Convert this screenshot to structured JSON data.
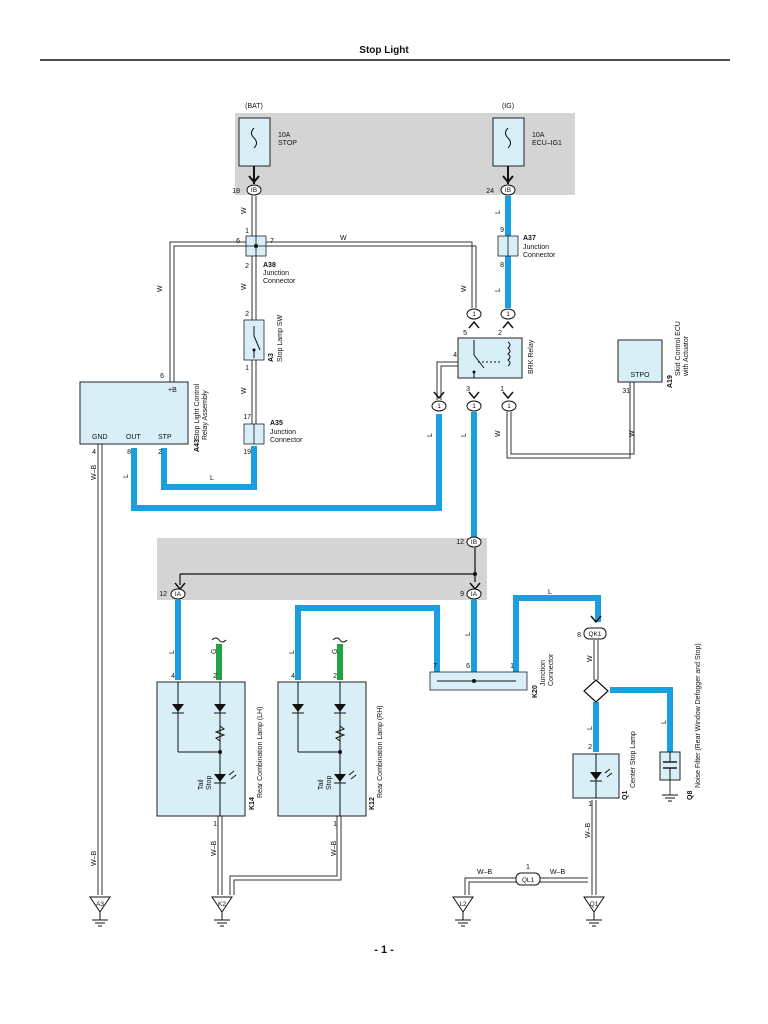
{
  "title": "Stop Light",
  "page_number": "- 1 -",
  "supplies": {
    "bat": {
      "label": "(BAT)",
      "fuse_amp": "10A",
      "fuse_name": "STOP",
      "pin": "18",
      "conn": "IB"
    },
    "ig": {
      "label": "(IG)",
      "fuse_amp": "10A",
      "fuse_name": "ECU–IG1",
      "pin": "24",
      "conn": "IB"
    }
  },
  "wire_colors": {
    "w": "W",
    "l": "L",
    "g": "G",
    "wb": "W–B"
  },
  "components": {
    "a38": {
      "code": "A38",
      "name1": "Junction",
      "name2": "Connector",
      "pin_left": "6",
      "pin_right": "7",
      "pin_top": "1",
      "pin_bottom": "2"
    },
    "a37": {
      "code": "A37",
      "name1": "Junction",
      "name2": "Connector",
      "pin_top": "9",
      "pin_bottom": "8"
    },
    "a3": {
      "code": "A3",
      "name": "Stop Lamp SW",
      "pin_top": "2",
      "pin_bottom": "1"
    },
    "a35": {
      "code": "A35",
      "name1": "Junction",
      "name2": "Connector",
      "pin_top": "17",
      "pin_bottom": "19"
    },
    "a43": {
      "code": "A43",
      "name1": "Stop Light Control",
      "name2": "Relay Assembly",
      "pin_plusb": "+B",
      "pin_gnd": "GND",
      "pin_out": "OUT",
      "pin_stp": "STP",
      "num_plusb": "6",
      "num_gnd": "4",
      "num_out": "8",
      "num_stp": "2"
    },
    "brk": {
      "name": "BRK Relay",
      "pin5": "5",
      "pin2": "2",
      "pin4": "4",
      "pin3": "3",
      "pin1": "1"
    },
    "a19": {
      "code": "A19",
      "name1": "Skid Control ECU",
      "name2": "with Actuator",
      "terminal": "STPO",
      "pin": "31"
    },
    "ib_lower": {
      "pin": "12",
      "conn": "IB"
    },
    "ia_left": {
      "pin": "12",
      "conn": "IA"
    },
    "ia_right": {
      "pin": "9",
      "conn": "IA"
    },
    "k14": {
      "code": "K14",
      "name": "Rear Combination Lamp (LH)",
      "pin_l": "4",
      "pin_g": "2",
      "pin_gnd": "1",
      "lamp1": "Tail",
      "lamp2": "Stop"
    },
    "k12": {
      "code": "K12",
      "name": "Rear Combination Lamp (RH)",
      "pin_l": "4",
      "pin_g": "2",
      "pin_gnd": "1",
      "lamp1": "Tail",
      "lamp2": "Stop"
    },
    "k20": {
      "code": "K20",
      "name1": "Junction",
      "name2": "Connector",
      "pin7": "7",
      "pin6": "6",
      "pin1": "1"
    },
    "qk1": {
      "pin": "8",
      "conn": "QK1"
    },
    "q1": {
      "code": "Q1",
      "name": "Center Stop Lamp",
      "pin_top": "2",
      "pin_bottom": "1"
    },
    "q8": {
      "code": "Q8",
      "name": "Noise Filter (Rear Window Defogger and Stop)"
    },
    "ql1": {
      "pin": "1",
      "conn": "QL1"
    },
    "grounds": {
      "a3": "A3",
      "k2": "K2",
      "l2": "L2",
      "q1": "Q1"
    },
    "in_conn": {
      "one": "1"
    }
  }
}
